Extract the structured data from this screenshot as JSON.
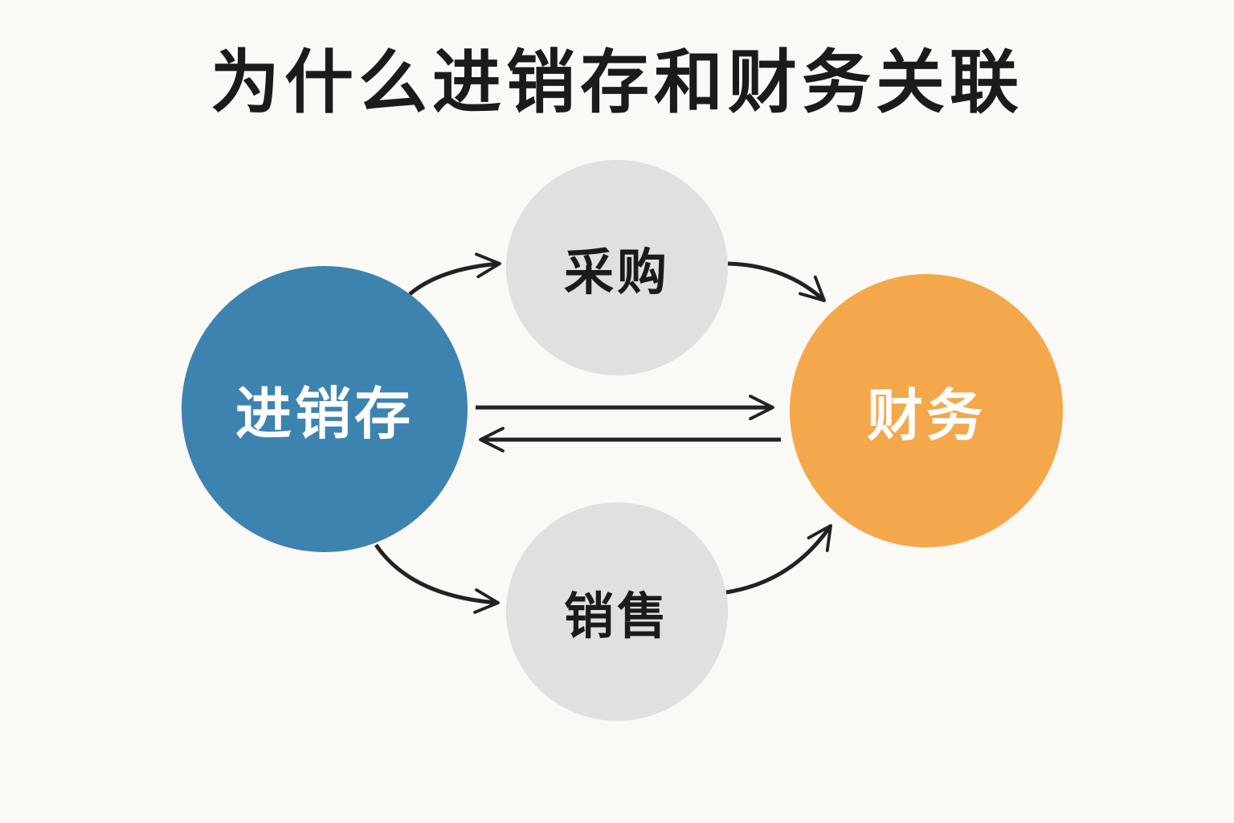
{
  "title": "为什么进销存和财务关联",
  "nodes": {
    "inventory": {
      "label": "进销存",
      "color": "#3d83b0",
      "text_color": "#ffffff"
    },
    "finance": {
      "label": "财务",
      "color": "#f4a74b",
      "text_color": "#ffffff"
    },
    "purchase": {
      "label": "采购",
      "color": "#e0e0de",
      "text_color": "#1b1b1b"
    },
    "sales": {
      "label": "销售",
      "color": "#e0e0de",
      "text_color": "#1b1b1b"
    }
  },
  "edges": [
    {
      "from": "进销存",
      "to": "采购"
    },
    {
      "from": "采购",
      "to": "财务"
    },
    {
      "from": "进销存",
      "to": "财务"
    },
    {
      "from": "财务",
      "to": "进销存"
    },
    {
      "from": "进销存",
      "to": "销售"
    },
    {
      "from": "销售",
      "to": "财务"
    }
  ],
  "colors": {
    "background": "#faf9f5",
    "arrow": "#222222"
  }
}
